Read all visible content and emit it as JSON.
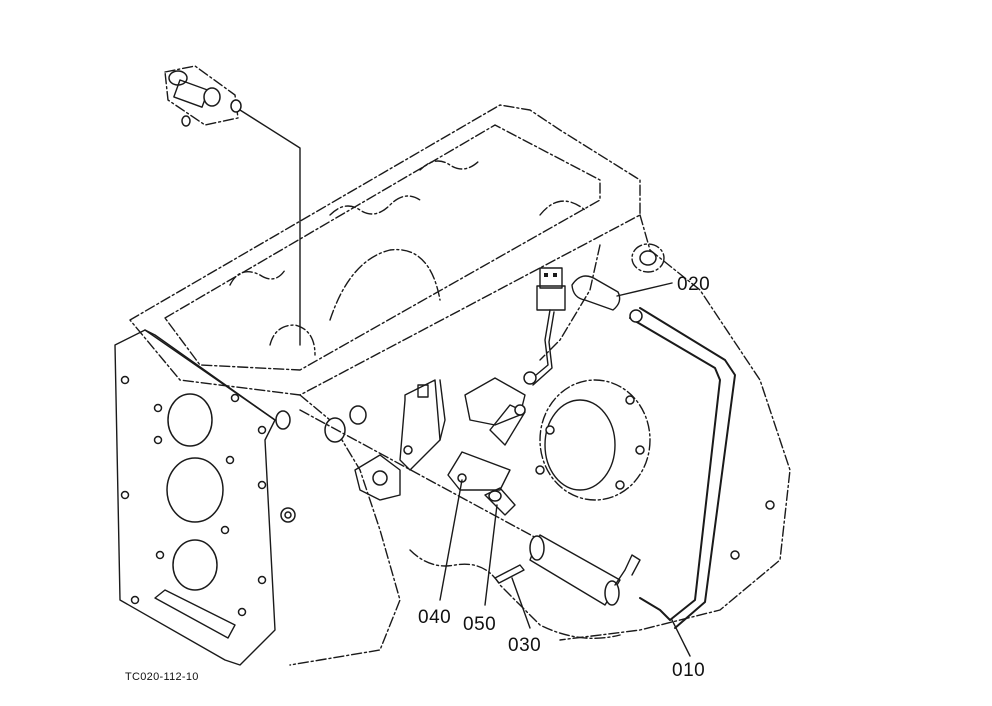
{
  "diagram": {
    "reference_code": "TC020-112-10",
    "callouts": {
      "part_010": "010",
      "part_020": "020",
      "part_030": "030",
      "part_040": "040",
      "part_050": "050"
    },
    "ink_color": "#1a1a1a",
    "paper_color": "#ffffff"
  }
}
